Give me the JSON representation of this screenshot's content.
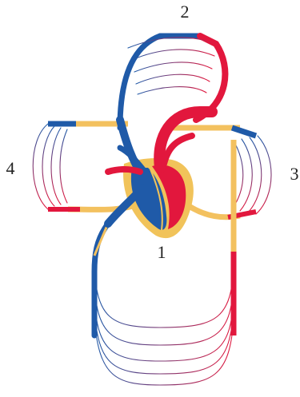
{
  "labels": {
    "heart": "1",
    "upper_body": "2",
    "right_organ": "3",
    "left_organ": "4"
  },
  "colors": {
    "arterial": "#e2173d",
    "venous": "#1f5aa8",
    "vessel_outline": "#f3c15f",
    "heart_outline": "#f1c35a",
    "background": "#ffffff"
  }
}
